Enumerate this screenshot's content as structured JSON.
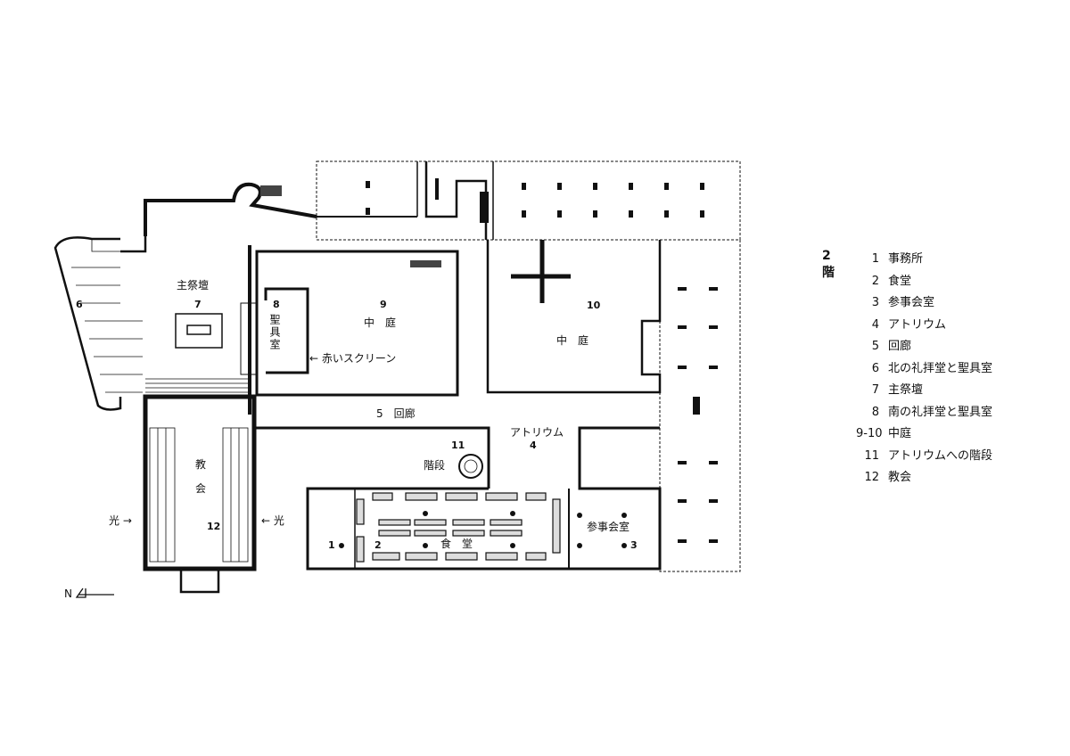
{
  "floor_label": "2階",
  "legend": [
    {
      "num": "1",
      "name": "事務所"
    },
    {
      "num": "2",
      "name": "食堂"
    },
    {
      "num": "3",
      "name": "参事会室"
    },
    {
      "num": "4",
      "name": "アトリウム"
    },
    {
      "num": "5",
      "name": "回廊"
    },
    {
      "num": "6",
      "name": "北の礼拝堂と聖具室"
    },
    {
      "num": "7",
      "name": "主祭壇"
    },
    {
      "num": "8",
      "name": "南の礼拝堂と聖具室"
    },
    {
      "num": "9-10",
      "name": "中庭"
    },
    {
      "num": "11",
      "name": "アトリウムへの階段"
    },
    {
      "num": "12",
      "name": "教会"
    }
  ],
  "plan_labels": {
    "main_altar": "主祭壇",
    "n7": "7",
    "n6": "6",
    "n8": "8",
    "sacristy": "聖具室",
    "n9": "9",
    "courtyard9": "中　庭",
    "red_screen": "← 赤いスクリーン",
    "n10": "10",
    "courtyard10": "中　庭",
    "cloister": "5　回廊",
    "atrium": "アトリウム",
    "n4": "4",
    "n11": "11",
    "stairs": "階段",
    "church_1": "教",
    "church_2": "会",
    "light_left": "光 →",
    "light_right": "← 光",
    "n12": "12",
    "n1": "1",
    "n2": "2",
    "refectory": "食　堂",
    "chapter_room": "参事会室",
    "n3": "3",
    "north": "N"
  }
}
